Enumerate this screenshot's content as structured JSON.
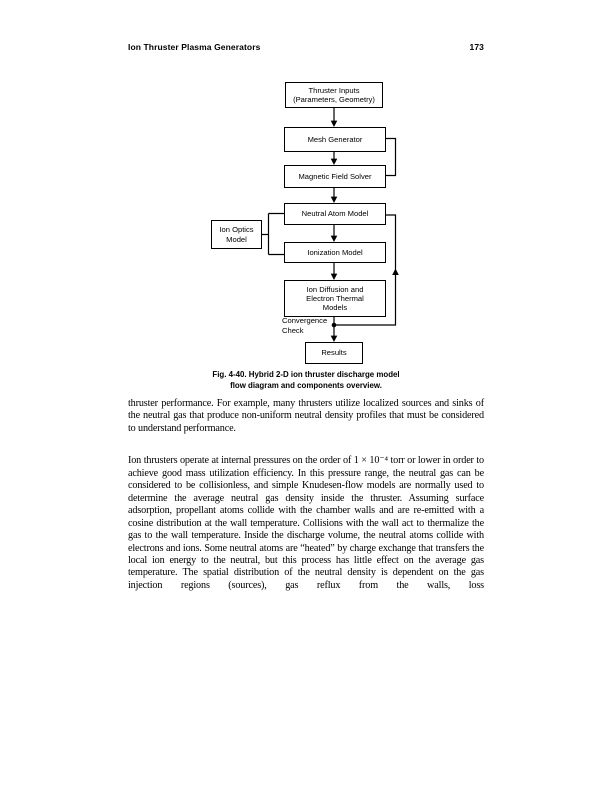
{
  "colors": {
    "ink": "#000000",
    "paper": "#ffffff"
  },
  "header": {
    "title": "Ion Thruster Plasma Generators",
    "page_number": "173"
  },
  "figure": {
    "boxes": {
      "thruster_inputs": "Thruster Inputs\n(Parameters, Geometry)",
      "mesh_generator": "Mesh Generator",
      "magnetic_field_solver": "Magnetic Field Solver",
      "neutral_atom_model": "Neutral Atom Model",
      "ion_optics_model": "Ion Optics\nModel",
      "ionization_model": "Ionization Model",
      "ion_diffusion": "Ion Diffusion and\nElectron Thermal\nModels",
      "results": "Results"
    },
    "convergence_label": "Convergence\nCheck",
    "caption": "Fig. 4-40. Hybrid 2-D ion thruster discharge model\nflow diagram and components overview."
  },
  "body": {
    "paragraphs": [
      "thruster performance. For example, many thrusters utilize localized sources and sinks of the neutral gas that produce non-uniform neutral density profiles that must be considered to understand performance.",
      "Ion thrusters operate at internal pressures on the order of 1 × 10⁻⁴ torr or lower in order to achieve good mass utilization efficiency. In this pressure range, the neutral gas can be considered to be collisionless, and simple Knudesen-flow models are normally used to determine the average neutral gas density inside the thruster. Assuming surface adsorption, propellant atoms collide with the chamber walls and are re-emitted with a cosine distribution at the wall temperature. Collisions with the wall act to thermalize the gas to the wall temperature. Inside the discharge volume, the neutral atoms collide with electrons and ions. Some neutral atoms are “heated” by charge exchange that transfers the local ion energy to the neutral, but this process has little effect on the average gas temperature. The spatial distribution of the neutral density is dependent on the gas injection regions (sources), gas reflux from the walls, loss"
    ]
  }
}
